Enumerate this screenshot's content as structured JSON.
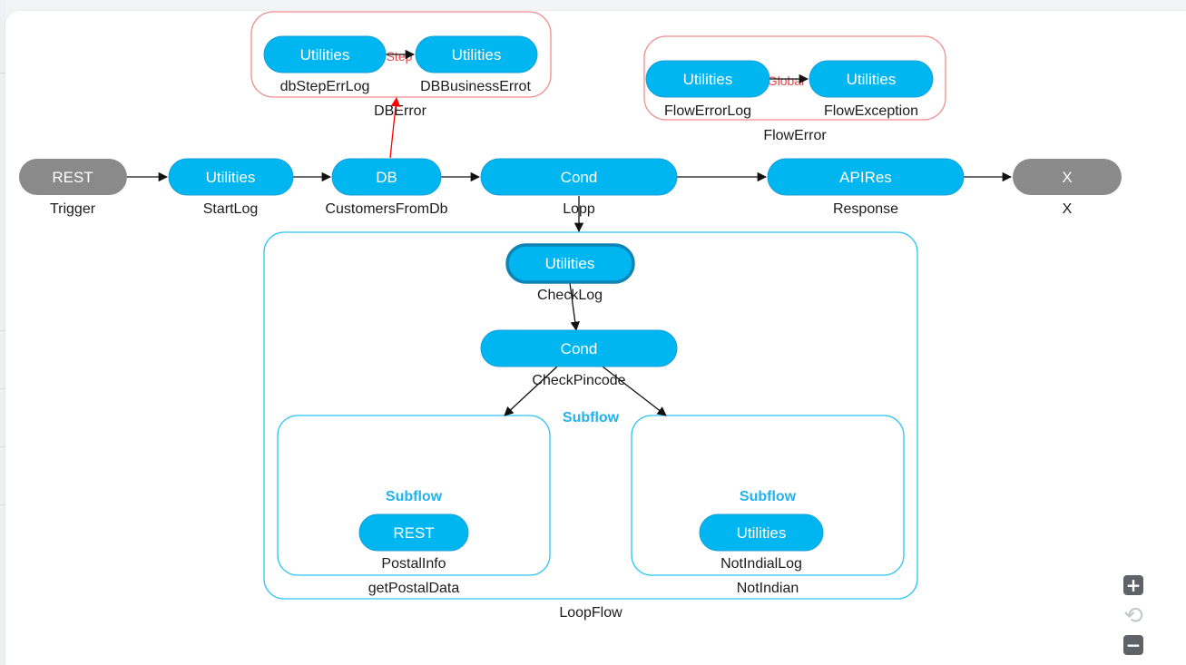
{
  "colors": {
    "node_blue": "#00b6f0",
    "node_gray": "#8a8a8a",
    "container_blue": "#2fc4f3",
    "error_red": "#ee8d8d",
    "edge": "#111111",
    "error_edge": "#ff0000"
  },
  "diagram": {
    "nodes": [
      {
        "id": "rest-trigger",
        "type": "REST",
        "label": "Trigger"
      },
      {
        "id": "utilities-startlog",
        "type": "Utilities",
        "label": "StartLog"
      },
      {
        "id": "db-customers",
        "type": "DB",
        "label": "CustomersFromDb"
      },
      {
        "id": "cond-loop",
        "type": "Cond",
        "label": "Lopp"
      },
      {
        "id": "apires-response",
        "type": "APIRes",
        "label": "Response"
      },
      {
        "id": "x-end",
        "type": "X",
        "label": "X"
      },
      {
        "id": "utilities-dbsteperrlog",
        "type": "Utilities",
        "label": "dbStepErrLog"
      },
      {
        "id": "utilities-dbbusinesserrot",
        "type": "Utilities",
        "label": "DBBusinessErrot"
      },
      {
        "id": "utilities-flowerrorlog",
        "type": "Utilities",
        "label": "FlowErrorLog"
      },
      {
        "id": "utilities-flowexception",
        "type": "Utilities",
        "label": "FlowException"
      },
      {
        "id": "utilities-checklog",
        "type": "Utilities",
        "label": "CheckLog"
      },
      {
        "id": "cond-checkpincode",
        "type": "Cond",
        "label": "CheckPincode"
      },
      {
        "id": "rest-postalinfo",
        "type": "REST",
        "label": "PostalInfo"
      },
      {
        "id": "utilities-notindiallog",
        "type": "Utilities",
        "label": "NotIndialLog"
      }
    ],
    "containers": [
      {
        "id": "dberror",
        "label": "DBError"
      },
      {
        "id": "flowerror",
        "label": "FlowError"
      },
      {
        "id": "loopflow",
        "label": "LoopFlow",
        "header": "Subflow"
      },
      {
        "id": "getpostaldata",
        "label": "getPostalData",
        "header": "Subflow"
      },
      {
        "id": "notindian",
        "label": "NotIndian",
        "header": "Subflow"
      }
    ],
    "edge_labels": {
      "dberror_edge": "Step",
      "flowerror_edge": "Global"
    }
  },
  "zoom_controls": {
    "zoom_in": "+",
    "reset": "⟲",
    "zoom_out": "−"
  }
}
